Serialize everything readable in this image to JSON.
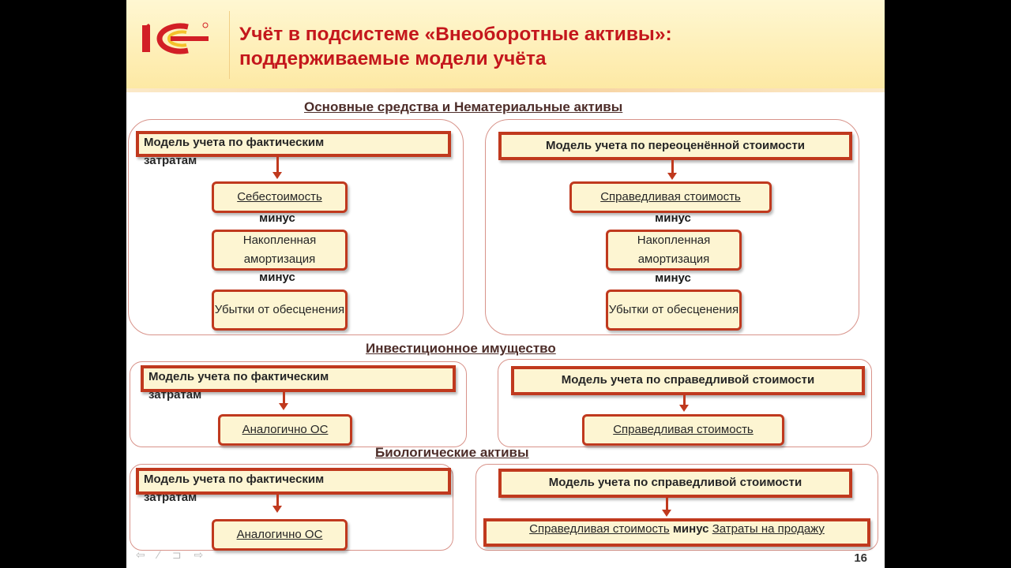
{
  "header": {
    "title_line1": "Учёт в подсистеме «Внеоборотные активы»:",
    "title_line2": "поддерживаемые модели учёта",
    "logo_text": "1С"
  },
  "sections": {
    "os_nma": {
      "title": "Основные средства и Нематериальные активы",
      "left": {
        "model": "Модель учета по фактическим затратам",
        "nodes": [
          "Себестоимость",
          "Накопленная амортизация",
          "Убытки от обесценения"
        ],
        "minus": "минус"
      },
      "right": {
        "model": "Модель учета по переоценённой стоимости",
        "nodes": [
          "Справедливая стоимость",
          "Накопленная амортизация",
          "Убытки от обесценения"
        ],
        "minus": "минус"
      }
    },
    "invest": {
      "title": "Инвестиционное имущество",
      "left": {
        "model": "Модель учета по фактическим затратам",
        "node": "Аналогично ОС"
      },
      "right": {
        "model": "Модель учета по справедливой стоимости",
        "node": "Справедливая стоимость"
      }
    },
    "bio": {
      "title": "Биологические активы",
      "left": {
        "model": "Модель учета по фактическим затратам",
        "node": "Аналогично ОС"
      },
      "right": {
        "model": "Модель учета по справедливой стоимости",
        "node_underlined": "Справедливая стоимость",
        "node_bold": "минус",
        "node_tail": "Затраты на продажу"
      }
    }
  },
  "footer": {
    "page_number": "16",
    "nav_glyphs": "⇦ ∕ ⊐ ⇨"
  },
  "colors": {
    "accent": "#c0391e",
    "title": "#c4171c",
    "box_fill": "#fdf5d2",
    "header_bg": "#fde9a4"
  }
}
